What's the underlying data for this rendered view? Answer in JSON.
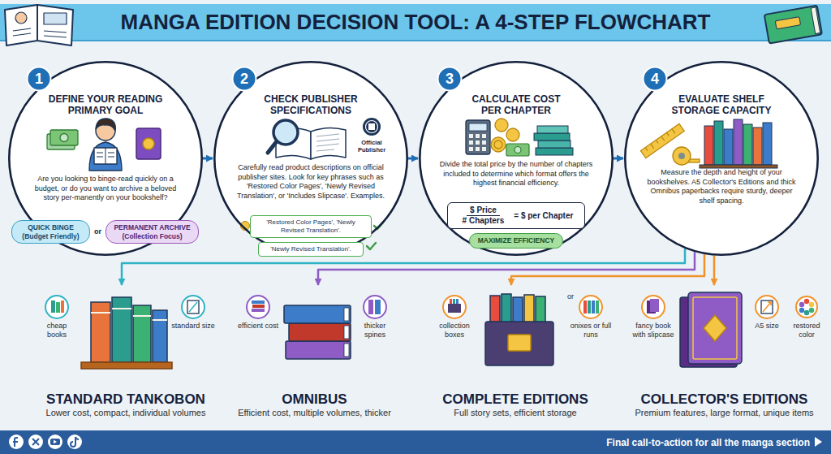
{
  "diagram": {
    "title": "MANGA EDITION DECISION TOOL: A 4-STEP FLOWCHART",
    "nodes": [
      {
        "text": [
          "DEFINE YOUR READING PRIMARY GOAL",
          "Are you looking to binge-read quickly on a budget, or do you want to archive a beloved story per-manently on your bookshelf?"
        ]
      },
      {
        "text": [
          "1"
        ],
        "in": 0
      },
      {
        "text": [
          "QUICK BINGE (Budget Friendly)"
        ],
        "in": 0
      },
      {
        "text": [
          "PERMANENT ARCHIVE (Collection Focus)"
        ],
        "in": 0
      },
      {
        "text": [
          "CHECK PUBLISHER SPECIFICATIONS",
          "Carefully read product descriptions on official publisher sites. Look for key phrases such as 'Restored Color Pages', 'Newly Revised Translation', or 'Includes Slipcase'. Examples."
        ]
      },
      {
        "text": [
          "2"
        ],
        "in": 4
      },
      {
        "text": [
          "'Restored Color Pages', 'Newly Revised Translation'."
        ],
        "in": 4
      },
      {
        "text": [
          "'Newly Revised Translation'."
        ],
        "in": 4
      },
      {
        "text": [
          "CALCULATE COST PER CHAPTER",
          "Divide the total price by the number of chapters included to determine which format offers the highest financial efficiency."
        ]
      },
      {
        "text": [
          "3"
        ],
        "in": 8
      },
      {
        "text": [
          "$ Price",
          "# Chapters",
          "= $ per Chapter"
        ],
        "in": 8
      },
      {
        "text": [
          "MAXIMIZE EFFICIENCY"
        ],
        "in": 8
      },
      {
        "text": [
          "EVALUATE SHELF STORAGE CAPACITY",
          "Measure the depth and height of your bookshelves. A5 Collector's Editions and thick Omnibus paperbacks require sturdy, deeper shelf spacing."
        ]
      },
      {
        "text": [
          "4"
        ],
        "in": 12
      },
      {
        "text": [
          "STANDARD TANKOBON",
          "Lower cost, compact, individual volumes"
        ]
      },
      {
        "text": [
          "OMNIBUS",
          "Efficient cost, multiple volumes, thicker"
        ]
      },
      {
        "text": [
          "COMPLETE EDITIONS",
          "Full story sets, efficient storage"
        ]
      },
      {
        "text": [
          "COLLECTOR'S EDITIONS",
          "Premium features, large format, unique items"
        ]
      },
      {
        "text": [
          "Final call-to-action for all the manga section"
        ]
      }
    ],
    "edges": [
      {
        "from": 0,
        "to": 4,
        "arrow": "to"
      },
      {
        "from": 4,
        "to": 8,
        "arrow": "to"
      },
      {
        "from": 8,
        "to": 12,
        "arrow": "to"
      },
      {
        "from": 12,
        "to": 14,
        "arrow": "to"
      },
      {
        "from": 12,
        "to": 15,
        "arrow": "to"
      },
      {
        "from": 12,
        "to": 16,
        "arrow": "to"
      },
      {
        "from": 12,
        "to": 17,
        "arrow": "to"
      }
    ],
    "labels": [
      "Official Publisher",
      "or",
      "cheap books",
      "standard size",
      "efficient cost",
      "thicker spines",
      "collection boxes",
      "or",
      "onixes or full runs",
      "fancy book with slipcase",
      "A5 size",
      "restored color"
    ]
  }
}
